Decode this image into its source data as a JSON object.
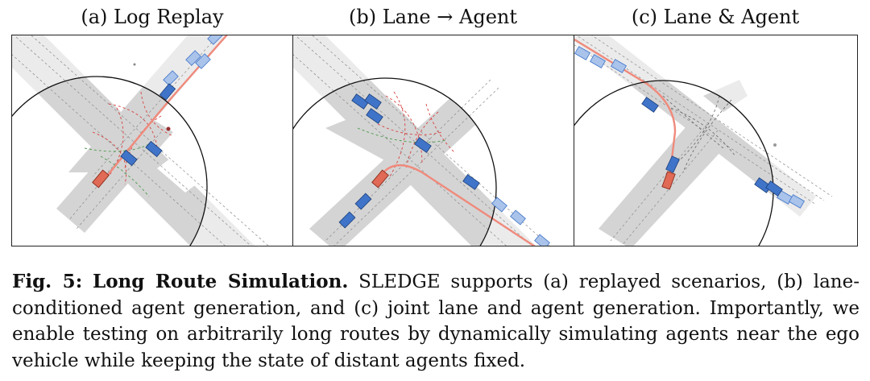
{
  "figure": {
    "panels": [
      {
        "title": "(a) Log Replay"
      },
      {
        "title": "(b) Lane → Agent"
      },
      {
        "title": "(c) Lane & Agent"
      }
    ],
    "caption": {
      "label": "Fig. 5:",
      "heading": "Long Route Simulation.",
      "text": "SLEDGE supports (a) replayed scenarios, (b) lane-conditioned agent generation, and (c) joint lane and agent generation. Importantly, we enable testing on arbitrarily long routes by dynamically simulating agents near the ego vehicle while keeping the state of distant agents fixed."
    },
    "colors": {
      "road": "#d6d6d6",
      "far_road": "#ebebeb",
      "agent": "#3f74c9",
      "far_agent": "#a9c3ea",
      "ego": "#e06a55",
      "route": "#ef8a7c",
      "lane_line": "#888888",
      "connector": "#d94040",
      "connector_green": "#4a9a4a"
    }
  }
}
